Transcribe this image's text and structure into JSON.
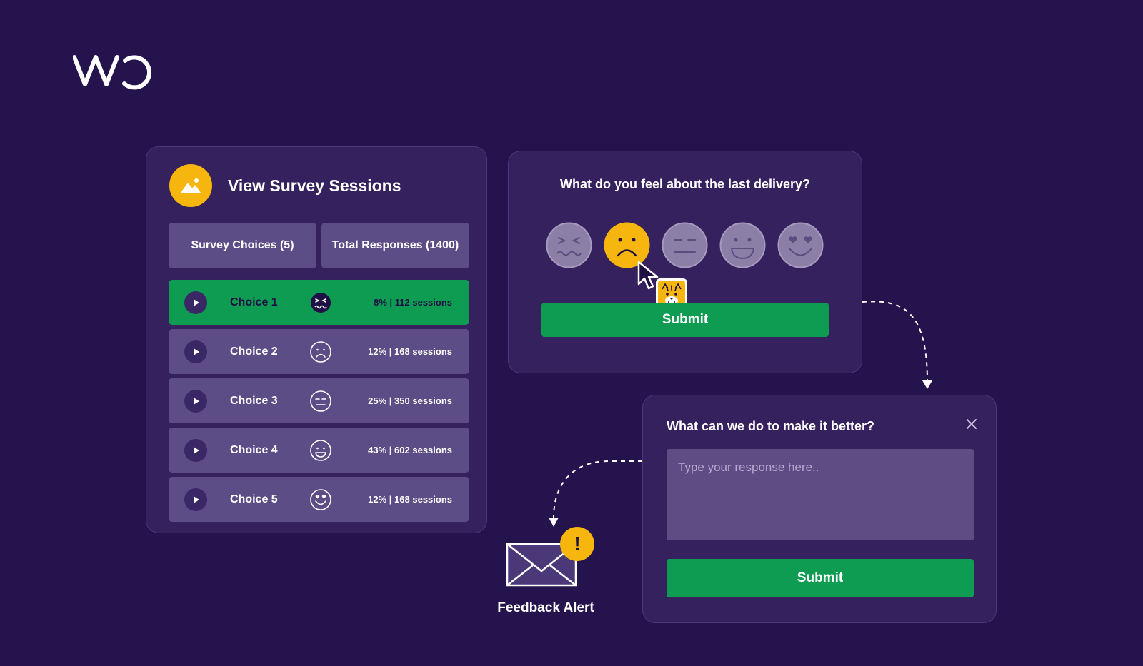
{
  "brand": {
    "logo_text": "VWO",
    "colors": {
      "background": "#25134d",
      "panel": "#35215e",
      "accent_green": "#0d9c52",
      "accent_yellow": "#f6b60d"
    }
  },
  "survey_sessions": {
    "title": "View Survey Sessions",
    "header_icon": "image-icon",
    "survey_choices_label": "Survey Choices (5)",
    "total_responses_label": "Total Responses (1400)",
    "choices": [
      {
        "label": "Choice 1",
        "stat": "8% | 112 sessions",
        "face": "disgusted-face-icon",
        "active": true
      },
      {
        "label": "Choice 2",
        "stat": "12% | 168 sessions",
        "face": "sad-face-icon",
        "active": false
      },
      {
        "label": "Choice 3",
        "stat": "25% | 350 sessions",
        "face": "neutral-face-icon",
        "active": false
      },
      {
        "label": "Choice 4",
        "stat": "43% | 602 sessions",
        "face": "happy-face-icon",
        "active": false
      },
      {
        "label": "Choice 5",
        "stat": "12% | 168 sessions",
        "face": "love-face-icon",
        "active": false
      }
    ]
  },
  "rating_survey": {
    "question": "What do you feel about the last delivery?",
    "options": [
      "disgusted-face-icon",
      "sad-face-icon",
      "neutral-face-icon",
      "happy-face-icon",
      "love-face-icon"
    ],
    "selected_option": "sad-face-icon",
    "submit_label": "Submit"
  },
  "feedback_form": {
    "question": "What can we do to make it better?",
    "input_placeholder": "Type your response here..",
    "input_value": "",
    "submit_label": "Submit"
  },
  "alert": {
    "badge": "!",
    "label": "Feedback Alert"
  }
}
